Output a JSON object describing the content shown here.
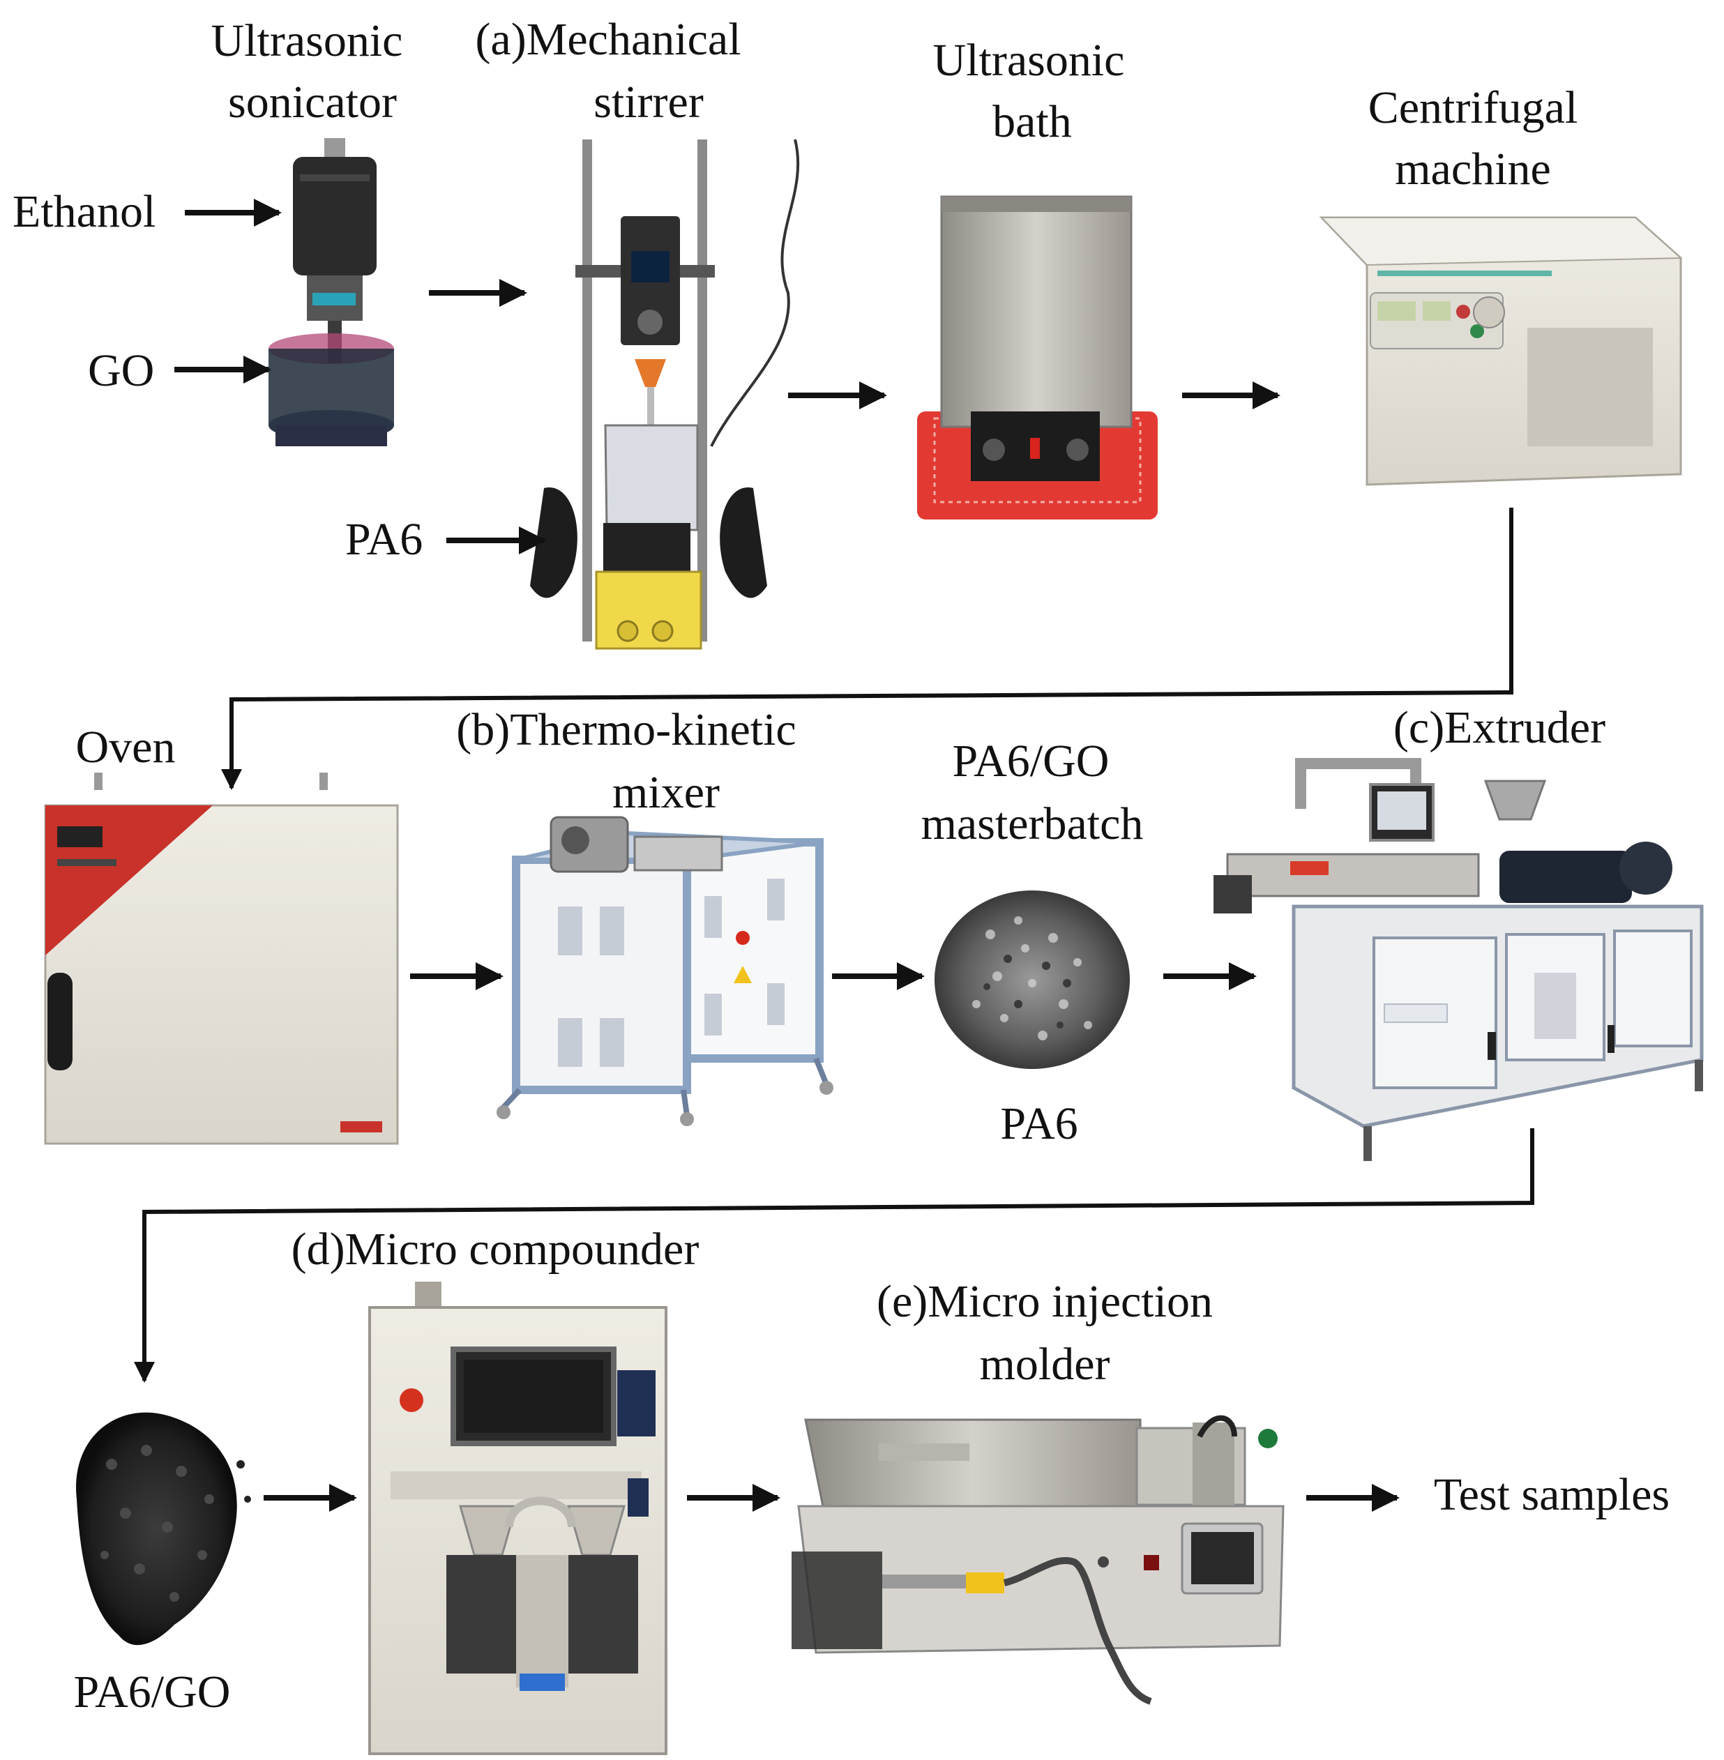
{
  "labels": {
    "ultrasonic_sonicator": [
      "Ultrasonic",
      "sonicator"
    ],
    "mechanical_stirrer": [
      "(a)Mechanical",
      "stirrer"
    ],
    "ultrasonic_bath": [
      "Ultrasonic",
      "bath"
    ],
    "centrifugal_machine": [
      "Centrifugal",
      "machine"
    ],
    "ethanol": "Ethanol",
    "go": "GO",
    "pa6_input": "PA6",
    "oven": "Oven",
    "thermo_kinetic_mixer": [
      "(b)Thermo-kinetic",
      "mixer"
    ],
    "masterbatch": [
      "PA6/GO",
      "masterbatch"
    ],
    "pa6_pellets": "PA6",
    "extruder": "(c)Extruder",
    "micro_compounder": "(d)Micro compounder",
    "micro_injection_molder": [
      "(e)Micro injection",
      "molder"
    ],
    "pa6_go": "PA6/GO",
    "test_samples": "Test samples"
  },
  "icons": {
    "sonicator": "ultrasonic-sonicator-photo",
    "stirrer": "mechanical-stirrer-photo",
    "bath": "ultrasonic-bath-photo",
    "centrifuge": "centrifugal-machine-photo",
    "oven": "oven-photo",
    "mixer": "thermo-kinetic-mixer-photo",
    "masterbatch": "masterbatch-pellets-photo",
    "extruder": "extruder-photo",
    "pa6go_pellets": "pa6-go-pellets-photo",
    "compounder": "micro-compounder-photo",
    "injection": "micro-injection-molder-photo"
  },
  "colors": {
    "text": "#111111",
    "arrow": "#111111",
    "steel": "#b9b6b0",
    "oven_red": "#c8322a",
    "bath_tray": "#e23a33",
    "stirrer_yellow": "#f0d84a",
    "mixer_blue": "#8aa3c3",
    "pellet_gray": "#6f6f6f",
    "pellet_dark": "#2a2a2a"
  }
}
